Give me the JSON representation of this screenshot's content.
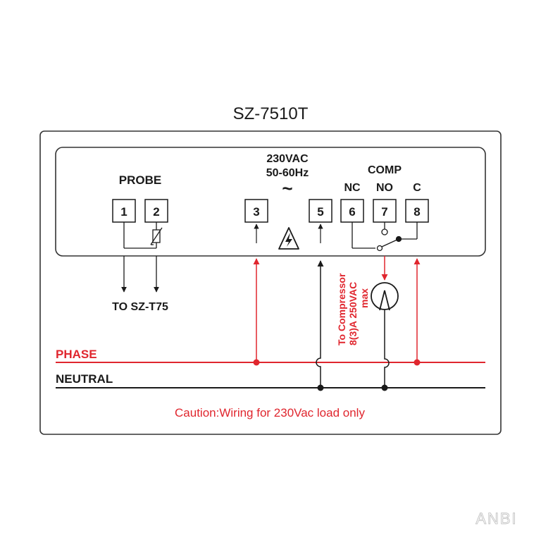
{
  "title": "SZ-7510T",
  "probe": {
    "label": "PROBE",
    "terminals": [
      "1",
      "2"
    ],
    "output_label": "TO SZ-T75"
  },
  "power": {
    "voltage": "230VAC",
    "frequency": "50-60Hz",
    "symbol": "~",
    "terminals": [
      "3",
      "5"
    ]
  },
  "comp": {
    "label": "COMP",
    "contacts": [
      "NC",
      "NO",
      "C"
    ],
    "terminals": [
      "6",
      "7",
      "8"
    ],
    "note": [
      "To Compressor",
      "8(3)A 250VAC",
      "max"
    ]
  },
  "lines": {
    "phase": "PHASE",
    "neutral": "NEUTRAL"
  },
  "caution": "Caution:Wiring for 230Vac load only",
  "watermark": "ANBI",
  "colors": {
    "phase": "#e0262e",
    "neutral": "#1a1a1a",
    "outline": "#333333",
    "caution": "#e0262e"
  },
  "icons": [
    "high-voltage-warning-icon",
    "compressor-icon",
    "thermistor-icon",
    "tilde-icon"
  ]
}
